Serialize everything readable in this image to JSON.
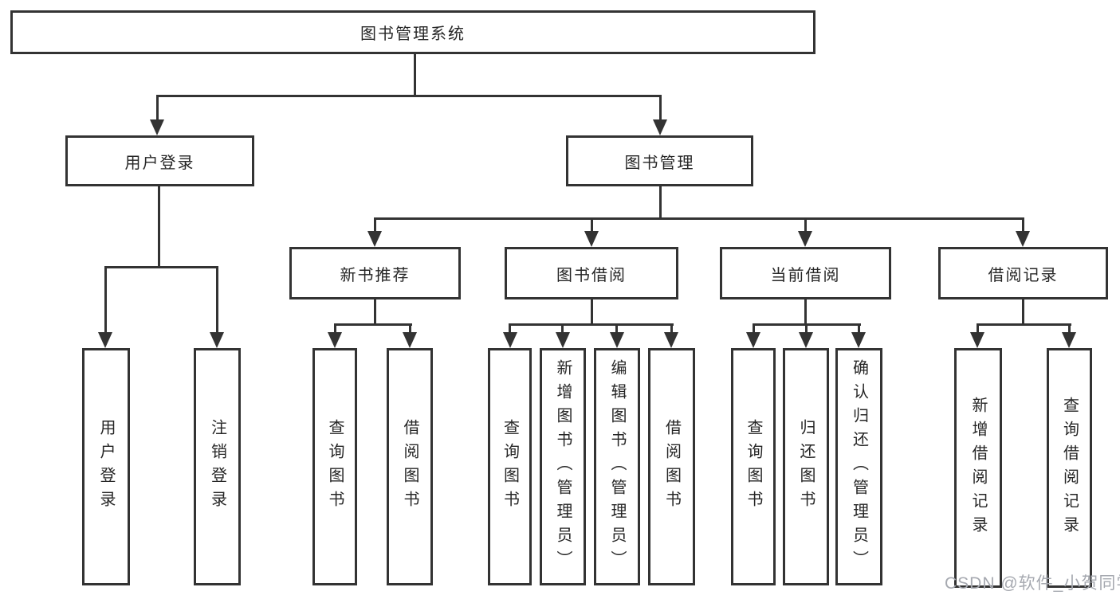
{
  "labels": {
    "root": "图书管理系统",
    "l2": [
      "用户登录",
      "图书管理"
    ],
    "l3": [
      "新书推荐",
      "图书借阅",
      "当前借阅",
      "借阅记录"
    ],
    "leaves_user": [
      "用户登录",
      "注销登录"
    ],
    "leaves_newbook": [
      "查询图书",
      "借阅图书"
    ],
    "leaves_borrow": [
      "查询图书",
      "新增图书（管理员）",
      "编辑图书（管理员）",
      "借阅图书"
    ],
    "leaves_current": [
      "查询图书",
      "归还图书",
      "确认归还（管理员）"
    ],
    "leaves_records": [
      "新增借阅记录",
      "查询借阅记录"
    ],
    "watermark": "CSDN @软件_小贺同学"
  },
  "colors": {
    "line": "#333333",
    "text": "#262626",
    "watermark": "#a6a9b0",
    "background": "#ffffff"
  }
}
